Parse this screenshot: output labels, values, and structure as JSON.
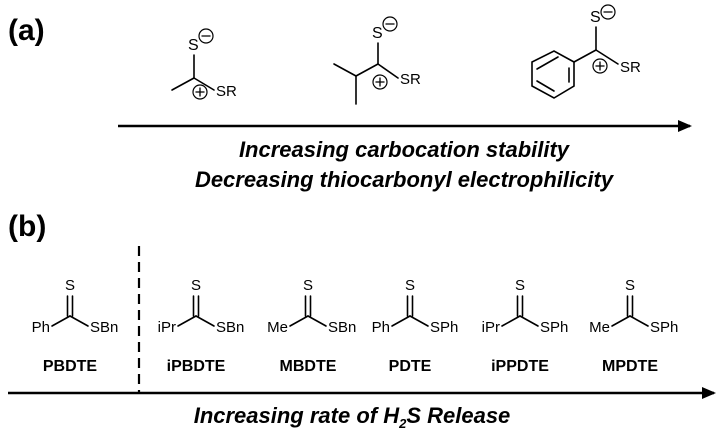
{
  "panels": {
    "a_label": "(a)",
    "b_label": "(b)"
  },
  "panel_a": {
    "structures": [
      {
        "sulfur_label": "S",
        "r_label": "SR"
      },
      {
        "sulfur_label": "S",
        "r_label": "SR"
      },
      {
        "sulfur_label": "S",
        "r_label": "SR"
      }
    ],
    "caption_line1": "Increasing carbocation stability",
    "caption_line2": "Decreasing thiocarbonyl electrophilicity"
  },
  "panel_b": {
    "compounds": [
      {
        "name": "PBDTE",
        "sulfur": "S",
        "left_group": "Ph",
        "right_group": "SBn"
      },
      {
        "name": "iPBDTE",
        "sulfur": "S",
        "left_group": "iPr",
        "right_group": "SBn"
      },
      {
        "name": "MBDTE",
        "sulfur": "S",
        "left_group": "Me",
        "right_group": "SBn"
      },
      {
        "name": "PDTE",
        "sulfur": "S",
        "left_group": "Ph",
        "right_group": "SPh"
      },
      {
        "name": "iPPDTE",
        "sulfur": "S",
        "left_group": "iPr",
        "right_group": "SPh"
      },
      {
        "name": "MPDTE",
        "sulfur": "S",
        "left_group": "Me",
        "right_group": "SPh"
      }
    ],
    "caption_prefix": "Increasing rate of H",
    "caption_subscript": "2",
    "caption_suffix": "S Release"
  },
  "colors": {
    "ink": "#000000",
    "background": "#ffffff"
  }
}
